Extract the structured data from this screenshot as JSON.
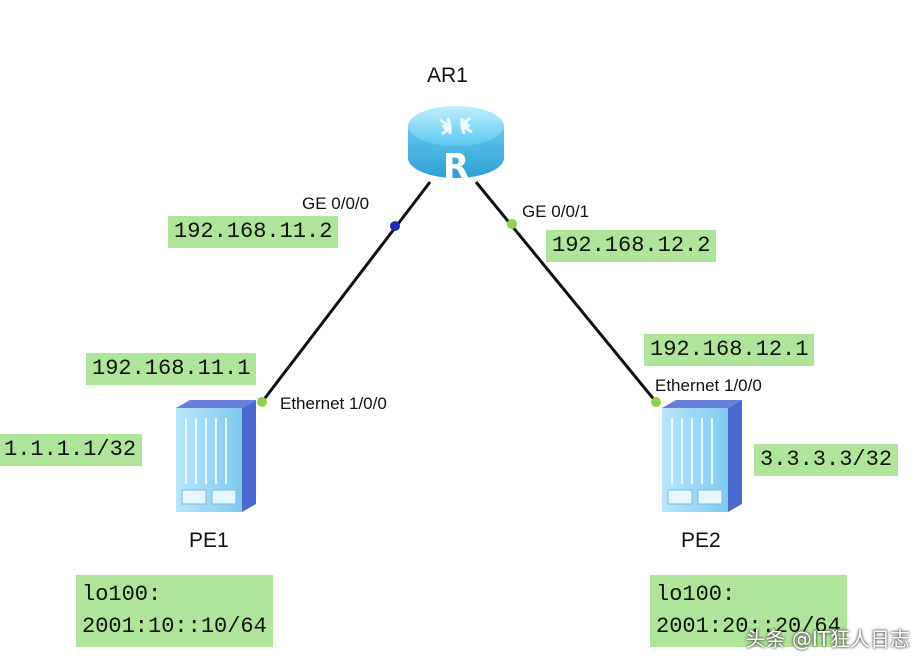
{
  "nodes": {
    "ar1": {
      "name": "AR1",
      "icon": "router-icon"
    },
    "pe1": {
      "name": "PE1",
      "icon": "switch-icon"
    },
    "pe2": {
      "name": "PE2",
      "icon": "switch-icon"
    }
  },
  "links": [
    {
      "from": "ar1",
      "to": "pe1",
      "from_port": "GE 0/0/0",
      "from_ip": "192.168.11.2",
      "to_port": "Ethernet 1/0/0",
      "to_ip": "192.168.11.1"
    },
    {
      "from": "ar1",
      "to": "pe2",
      "from_port": "GE 0/0/1",
      "from_ip": "192.168.12.2",
      "to_port": "Ethernet 1/0/0",
      "to_ip": "192.168.12.1"
    }
  ],
  "loopbacks": {
    "pe1": "1.1.1.1/32",
    "pe2": "3.3.3.3/32"
  },
  "lo100": {
    "pe1": {
      "name": "lo100:",
      "address": "2001:10::10/64"
    },
    "pe2": {
      "name": "lo100:",
      "address": "2001:20::20/64"
    }
  },
  "watermark": "头条 @IT狂人日志",
  "colors": {
    "label_bg": "#aee59a",
    "link": "#111111",
    "port_dot_green": "#8fd14f",
    "port_dot_blue": "#1a2fb5",
    "router_blue": "#5bc7ef",
    "switch_blue": "#8fd3f5"
  }
}
